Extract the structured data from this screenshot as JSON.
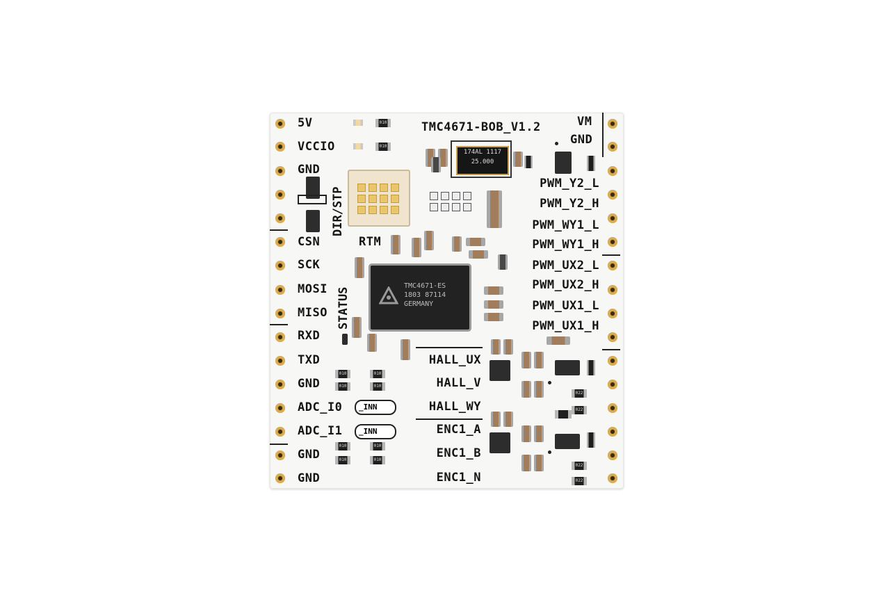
{
  "board": {
    "title": "TMC4671-BOB_V1.2",
    "left_labels": [
      "5V",
      "VCCIO",
      "GND",
      "CSN",
      "SCK",
      "MOSI",
      "MISO",
      "RXD",
      "TXD",
      "GND",
      "ADC_I0",
      "ADC_I1",
      "GND",
      "GND"
    ],
    "right_top_labels": [
      "VM",
      "GND"
    ],
    "right_labels": [
      "PWM_Y2_L",
      "PWM_Y2_H",
      "PWM_WY1_L",
      "PWM_WY1_H",
      "PWM_UX2_L",
      "PWM_UX2_H",
      "PWM_UX1_L",
      "PWM_UX1_H"
    ],
    "hall_enc_labels": [
      "HALL_UX",
      "HALL_V",
      "HALL_WY",
      "ENC1_A",
      "ENC1_B",
      "ENC1_N"
    ],
    "dir_stp_label": "DIR/STP",
    "status_label": "STATUS",
    "rtm_label": "RTM",
    "inn_labels": [
      "_INN",
      "_INN"
    ],
    "main_chip_text": [
      "TMC4671-ES",
      "1803 87114",
      "GERMANY"
    ],
    "crystal_text": [
      "25.000"
    ]
  }
}
